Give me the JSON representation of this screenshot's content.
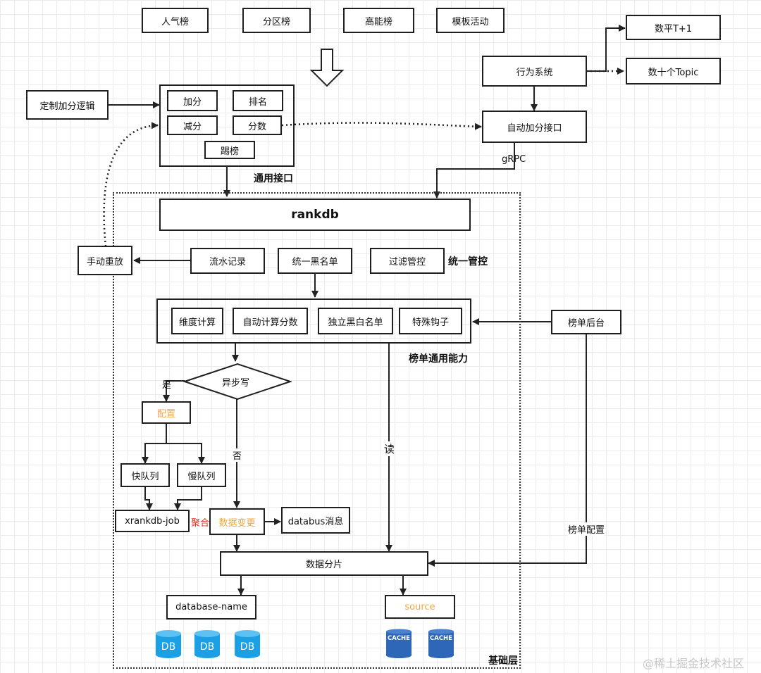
{
  "top_row": [
    "人气榜",
    "分区榜",
    "高能榜",
    "模板活动"
  ],
  "right_top": {
    "behavior": "行为系统",
    "auto_add": "自动加分接口",
    "t1": "数平T+1",
    "topic": "数十个Topic",
    "grpc": "gRPC"
  },
  "custom_logic": "定制加分逻辑",
  "common_api": {
    "items": [
      "加分",
      "排名",
      "减分",
      "分数",
      "踢榜"
    ],
    "title": "通用接口"
  },
  "rankdb": "rankdb",
  "manual_replay": "手动重放",
  "control": {
    "flow": "流水记录",
    "blacklist": "统一黑名单",
    "filter": "过滤管控",
    "title": "统一管控"
  },
  "ability": {
    "items": [
      "维度计算",
      "自动计算分数",
      "独立黑白名单",
      "特殊钩子"
    ],
    "title": "榜单通用能力"
  },
  "backend": "榜单后台",
  "backend_config": "榜单配置",
  "flow": {
    "async": "异步写",
    "yes": "是",
    "no": "否",
    "read": "读",
    "config": "配置",
    "fast_queue": "快队列",
    "slow_queue": "慢队列",
    "job": "xrankdb-job",
    "aggregate": "聚合",
    "data_change": "数据变更",
    "databus": "databus消息",
    "shard": "数据分片",
    "database_name": "database-name",
    "source": "source"
  },
  "icons": {
    "db": "DB",
    "cache": "CACHE"
  },
  "base_layer": "基础层",
  "watermark": "@稀土掘金技术社区",
  "colors": {
    "db_blue": "#1ba0e6",
    "cache_blue": "#2f67b8",
    "orange": "#f0a73a",
    "red": "#d9362c"
  }
}
